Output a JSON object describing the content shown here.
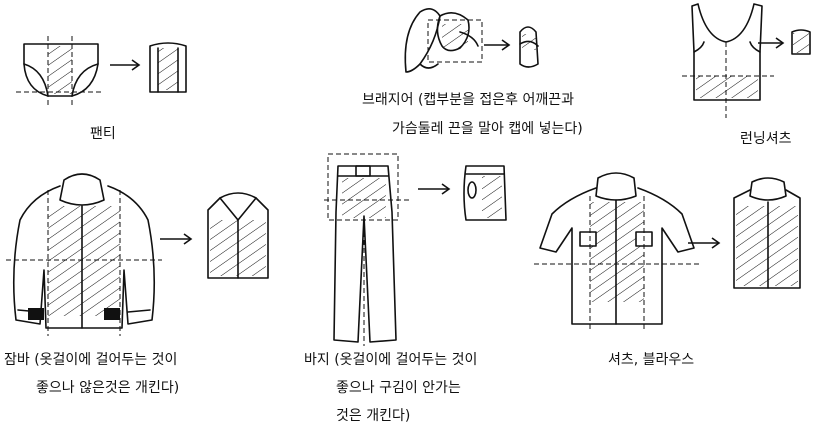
{
  "labels": {
    "panties": "팬티",
    "brassiere_line1": "브래지어 (캡부분을 접은후 어깨끈과",
    "brassiere_line2": "가슴둘레 끈을 말아 캡에 넣는다)",
    "running_shirt": "런닝셔츠",
    "jumper_line1": "잠바 (옷걸이에 걸어두는 것이",
    "jumper_line2": "좋으나 않은것은 개킨다)",
    "pants_line1": "바지 (옷걸이에 걸어두는 것이",
    "pants_line2": "좋으나 구김이 안가는",
    "pants_line3": "것은 개킨다)",
    "shirt_blouse": "셔츠, 블라우스"
  }
}
